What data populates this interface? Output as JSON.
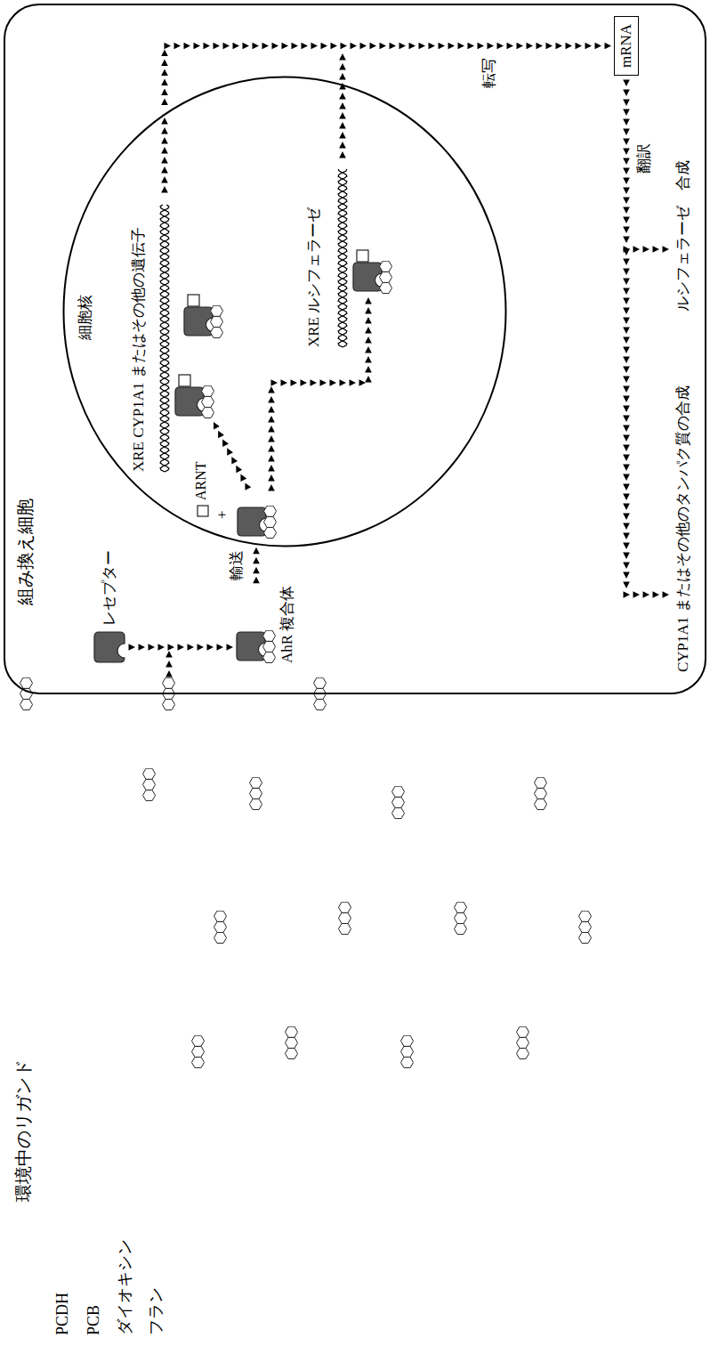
{
  "diagram": {
    "nodes": [
      {
        "text": [
          "組み換え細胞"
        ]
      },
      {
        "text": [
          "レセプター"
        ],
        "in": 0
      },
      {
        "text": [
          "AhR 複合体"
        ],
        "in": 0
      },
      {
        "text": [
          "細胞核"
        ],
        "in": 0
      },
      {
        "text": [
          "mRNA"
        ],
        "in": 0
      }
    ],
    "edges": [
      {
        "from": 1,
        "to": 2,
        "arrow": "to"
      },
      {
        "from": 2,
        "to": 3,
        "arrow": "to",
        "label": "輸送"
      },
      {
        "from": 3,
        "to": 4,
        "arrow": "to",
        "label": "転写"
      }
    ],
    "labels": [
      "環境中のリガンド",
      "PCDH",
      "PCB",
      "ダイオキシン",
      "フラン",
      "ARNT",
      "+",
      "XRE CYP1A1 またはその他の遺伝子",
      "XRE ルシフェラーゼ",
      "翻訳",
      "CYP1A1 またはその他のタンパク質の合成",
      "ルシフェラーゼ　合成"
    ]
  }
}
